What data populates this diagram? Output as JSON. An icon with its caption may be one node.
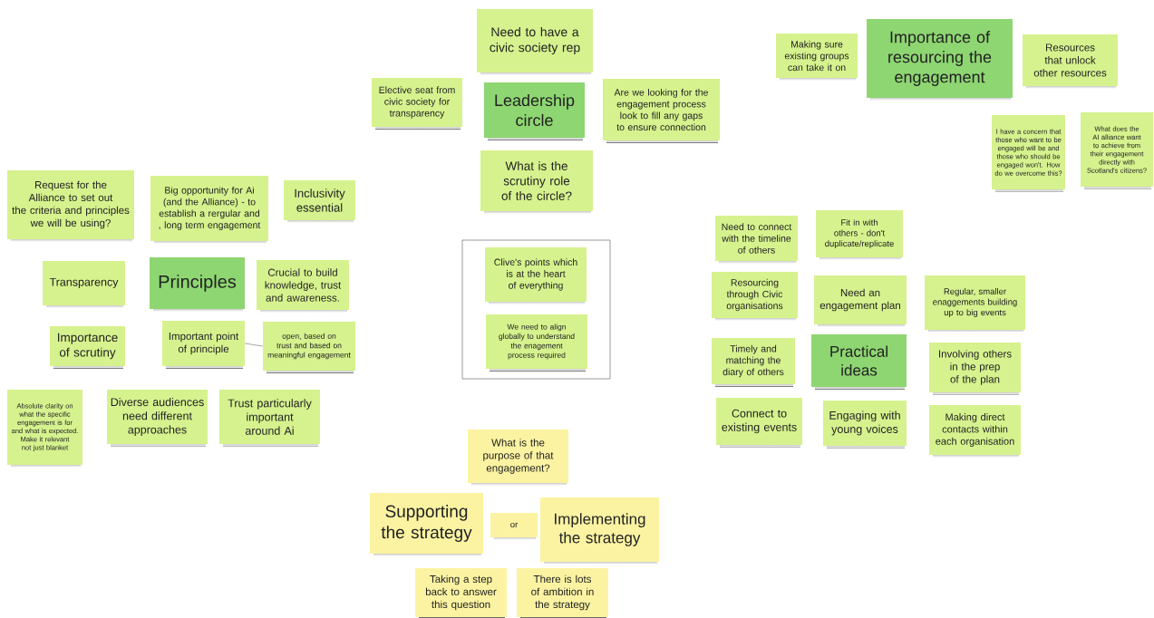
{
  "diagram": {
    "nodes": [
      {
        "text": [
          "Need to have a civic society rep"
        ]
      },
      {
        "text": [
          "Elective seat from civic society  for transparency"
        ]
      },
      {
        "text": [
          "Leadership circle"
        ]
      },
      {
        "text": [
          "Are we looking for the engagement process look to fill any gaps to ensure connection"
        ]
      },
      {
        "text": [
          "What is the scrutiny role of the circle?"
        ]
      },
      {
        "text": [
          "Making sure existing groups can take it on"
        ]
      },
      {
        "text": [
          "Importance of resourcing the engagement"
        ]
      },
      {
        "text": [
          "Resources that unlock other resources"
        ]
      },
      {
        "text": [
          "I have a concern that those who want to be engaged will be and those who should be engaged won't.  How do we overcome this?"
        ]
      },
      {
        "text": [
          "What does the AI alliance want to achieve from their engagement directly with Scotland's citizens?"
        ]
      },
      {
        "text": [
          "Request for the Alliance to set out the criteria and principles we will be using?"
        ]
      },
      {
        "text": [
          "Big opportunity for Ai (and the Alliance) - to establish a rergular and , long term engagement"
        ]
      },
      {
        "text": [
          "Inclusivity essential"
        ]
      },
      {
        "text": [
          "Transparency"
        ]
      },
      {
        "text": [
          "Principles"
        ]
      },
      {
        "text": [
          "Crucial to build knowledge, trust and awareness."
        ]
      },
      {
        "text": [
          "Importance of scrutiny"
        ]
      },
      {
        "text": [
          "Important point of principle"
        ]
      },
      {
        "text": [
          "open, based on trust and based on meaningful engagement"
        ]
      },
      {
        "text": [
          "Absolute clarity on what the specific engagement is for and what is expected.  Make it relevant not just blanket"
        ]
      },
      {
        "text": [
          "Diverse audiences need different approaches"
        ]
      },
      {
        "text": [
          "Trust particularly important around Ai"
        ]
      },
      {
        "text": [],
        "shape": "box"
      },
      {
        "text": [
          "Clive's points which is at the heart of everything"
        ],
        "in": 22
      },
      {
        "text": [
          "We need to align globally to understand the enagement process required"
        ],
        "in": 22
      },
      {
        "text": [
          "Need to connect with the timeline of others"
        ]
      },
      {
        "text": [
          "Fit in with others - don't duplicate/replicate"
        ]
      },
      {
        "text": [
          "Resourcing through Civic organisations"
        ]
      },
      {
        "text": [
          "Need an engagement plan"
        ]
      },
      {
        "text": [
          "Regular, smaller enaggements building up to big events"
        ]
      },
      {
        "text": [
          "Timely and matching the diary of others"
        ]
      },
      {
        "text": [
          "Practical ideas"
        ]
      },
      {
        "text": [
          "Involving others in the prep of the plan"
        ]
      },
      {
        "text": [
          "Connect to existing events"
        ]
      },
      {
        "text": [
          "Engaging with young voices"
        ]
      },
      {
        "text": [
          "Making direct contacts within each organisation"
        ]
      },
      {
        "text": [
          "What is the purpose of that engagement?"
        ]
      },
      {
        "text": [
          "Supporting the strategy"
        ]
      },
      {
        "text": [
          "or"
        ]
      },
      {
        "text": [
          "Implementing the strategy"
        ]
      },
      {
        "text": [
          "Taking a step back to answer this question"
        ]
      },
      {
        "text": [
          "There is lots of ambition in the strategy"
        ]
      }
    ],
    "edges": [
      {
        "from": 17,
        "to": 18,
        "arrow": "none"
      }
    ]
  }
}
